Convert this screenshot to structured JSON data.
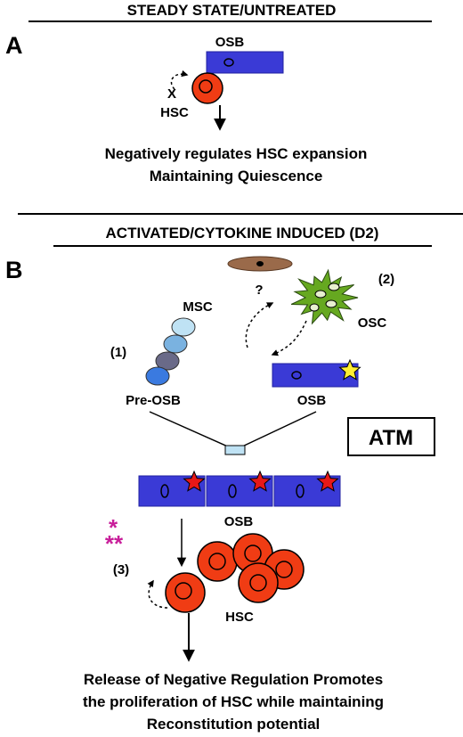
{
  "panel_a": {
    "letter": "A",
    "header": "STEADY STATE/UNTREATED",
    "osb_label": "OSB",
    "hsc_label": "HSC",
    "block_mark": "X",
    "caption_line1": "Negatively regulates HSC expansion",
    "caption_line2": "Maintaining Quiescence"
  },
  "panel_b": {
    "letter": "B",
    "header": "ACTIVATED/CYTOKINE INDUCED (D2)",
    "question_mark": "?",
    "step2_label": "(2)",
    "osc_label": "OSC",
    "msc_label": "MSC",
    "step1_label": "(1)",
    "pre_osb_label": "Pre-OSB",
    "osb_label": "OSB",
    "atm_label": "ATM",
    "osb_row_label": "OSB",
    "stars_mark": "**",
    "step3_label": "(3)",
    "hsc_label": "HSC",
    "caption_line1": "Release of Negative Regulation Promotes",
    "caption_line2": "the proliferation of HSC while maintaining",
    "caption_line3": "Reconstitution potential"
  },
  "colors": {
    "osb_blue": "#3a3ad6",
    "hsc_red": "#f03c14",
    "osc_green": "#66a820",
    "stromal_brown": "#9a6a4a",
    "star_red": "#e81818",
    "star_yellow": "#ffee33",
    "asterisk_magenta": "#c81e9a"
  }
}
